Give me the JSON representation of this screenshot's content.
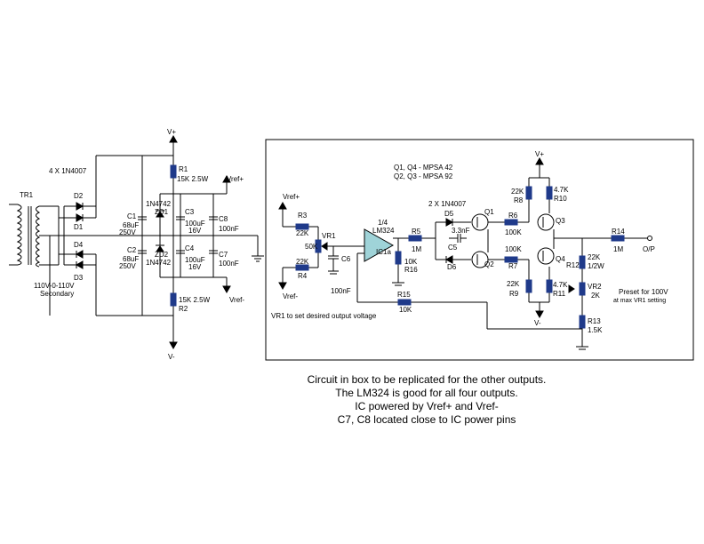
{
  "power_supply": {
    "diode_note": "4 X 1N4007",
    "transformer": "TR1",
    "secondary_voltage": "110V-0-110V",
    "secondary_label": "Secondary",
    "rail_pos": "V+",
    "rail_neg": "V-",
    "vref_pos": "Vref+",
    "vref_neg": "Vref-",
    "diodes": [
      "D2",
      "D1",
      "D4",
      "D3"
    ],
    "c1_name": "C1",
    "c1_value": "68uF",
    "c1_volts": "250V",
    "c2_name": "C2",
    "c2_value": "68uF",
    "c2_volts": "250V",
    "r1_name": "R1",
    "r1_value": "15K 2.5W",
    "r2_name": "R2",
    "r2_value": "15K  2.5W",
    "zd1_part": "1N4742",
    "zd1_name": "ZD1",
    "zd2_part": "1N4742",
    "zd2_name": "ZD2",
    "c3_name": "C3",
    "c3_value": "100uF",
    "c3_volts": "16V",
    "c4_name": "C4",
    "c4_value": "100uF",
    "c4_volts": "16V",
    "c8_name": "C8",
    "c8_value": "100nF",
    "c7_name": "C7",
    "c7_value": "100nF"
  },
  "amplifier": {
    "transistor_note_1": "Q1, Q4 - MPSA 42",
    "transistor_note_2": "Q2, Q3 - MPSA 92",
    "diode_note": "2 X 1N4007",
    "vref_pos": "Vref+",
    "vref_neg": "Vref-",
    "r3_name": "R3",
    "r3_value": "22K",
    "r4_name": "R4",
    "r4_value": "22K",
    "vr1_name": "VR1",
    "vr1_value": "50K",
    "c6_name": "C6",
    "c6_value": "100nF",
    "ic_fraction": "1/4",
    "ic_part": "LM324",
    "ic_name": "IC1a",
    "r5_name": "R5",
    "r5_value": "1M",
    "r16_value": "10K",
    "r16_name": "R16",
    "r15_name": "R15",
    "r15_value": "10K",
    "vr1_note": "VR1 to set desired output voltage",
    "d5_name": "D5",
    "d6_name": "D6",
    "c5_value": "3.3nF",
    "c5_name": "C5",
    "q1_name": "Q1",
    "q2_name": "Q2",
    "q3_name": "Q3",
    "q4_name": "Q4",
    "r6_name": "R6",
    "r6_value": "100K",
    "r7_value": "100K",
    "r7_name": "R7",
    "rail_pos": "V+",
    "rail_neg": "V-",
    "r8_value": "22K",
    "r8_name": "R8",
    "r10_value": "4.7K",
    "r10_name": "R10",
    "r9_value": "22K",
    "r9_name": "R9",
    "r11_value": "4.7K",
    "r11_name": "R11",
    "r12_name": "R12",
    "r12_value": "22K",
    "r12_rating": "1/2W",
    "r14_name": "R14",
    "r14_value": "1M",
    "output_label": "O/P",
    "vr2_name": "VR2",
    "vr2_value": "2K",
    "r13_name": "R13",
    "r13_value": "1.5K",
    "preset_note_1": "Preset for 100V",
    "preset_note_2": "at max VR1 setting"
  },
  "notes": [
    "Circuit in box to be replicated for the other outputs.",
    "The LM324 is good for all four outputs.",
    "IC powered by Vref+ and Vref-",
    "C7, C8 located close to IC power pins"
  ]
}
